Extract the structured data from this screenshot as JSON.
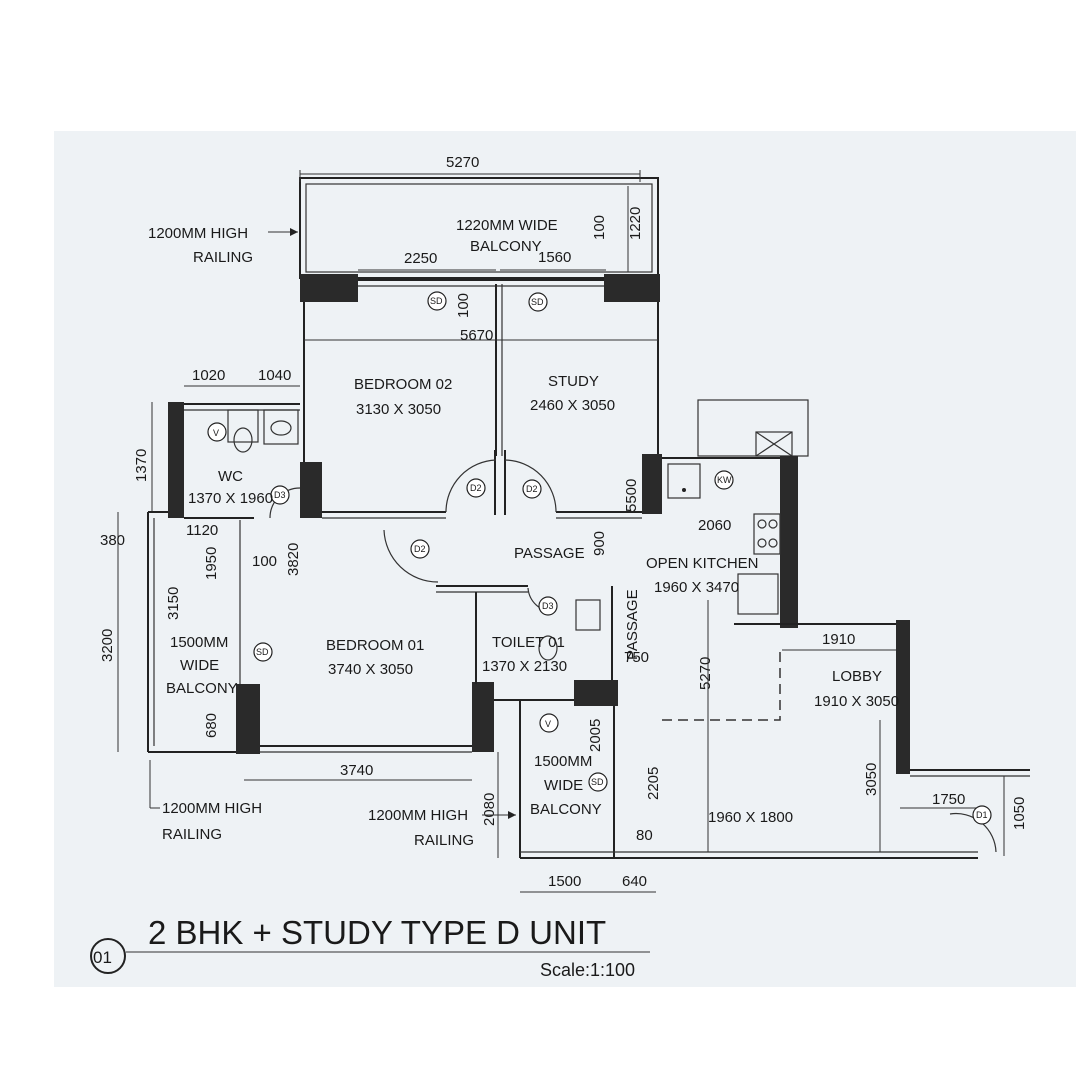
{
  "plan": {
    "title": "2 BHK  + STUDY TYPE D UNIT",
    "number": "01",
    "scale": "Scale:1:100"
  },
  "rooms": {
    "bedroom02": {
      "name": "BEDROOM 02",
      "size": "3130 X 3050"
    },
    "study": {
      "name": "STUDY",
      "size": "2460 X 3050"
    },
    "wc": {
      "name": "WC",
      "size": "1370 X 1960"
    },
    "bedroom01": {
      "name": "BEDROOM 01",
      "size": "3740 X 3050"
    },
    "passage": {
      "name": "PASSAGE"
    },
    "passage_v": {
      "name": "PASSAGE"
    },
    "toilet01": {
      "name": "TOILET 01",
      "size": "1370 X 2130"
    },
    "open_kitchen": {
      "name": "OPEN KITCHEN",
      "size": "1960 X 3470"
    },
    "lobby": {
      "name": "LOBBY",
      "size": "1910 X 3050"
    },
    "space_lower": {
      "size": "1960 X 1800"
    },
    "top_balcony": {
      "line1": "1220MM WIDE",
      "line2": "BALCONY"
    },
    "left_balcony": {
      "line1": "1500MM",
      "line2": "WIDE",
      "line3": "BALCONY"
    },
    "bottom_balcony": {
      "line1": "1500MM",
      "line2": "WIDE",
      "line3": "BALCONY"
    }
  },
  "notes": {
    "railing_top_1": "1200MM HIGH",
    "railing_top_2": "RAILING",
    "railing_left_1": "1200MM HIGH",
    "railing_left_2": "RAILING",
    "railing_bottom_1": "1200MM HIGH",
    "railing_bottom_2": "RAILING"
  },
  "dimensions": {
    "d5270_top": "5270",
    "d2250": "2250",
    "d1560": "1560",
    "d100_a": "100",
    "d1220": "1220",
    "d100_b": "100",
    "d5670": "5670",
    "d1020": "1020",
    "d1040": "1040",
    "d1370": "1370",
    "d380": "380",
    "d1120": "1120",
    "d100_c": "100",
    "d1950": "1950",
    "d3820": "3820",
    "d3150": "3150",
    "d3200": "3200",
    "d680": "680",
    "d3740": "3740",
    "d2080": "2080",
    "d2005": "2005",
    "d900": "900",
    "d5500": "5500",
    "d2060": "2060",
    "d750": "750",
    "d5270_v": "5270",
    "d1910": "1910",
    "d2205": "2205",
    "d80": "80",
    "d1500": "1500",
    "d640": "640",
    "d3050": "3050",
    "d1750": "1750",
    "d1050": "1050"
  },
  "tags": {
    "sd": "SD",
    "sd_b": "SD",
    "sd_c": "SD",
    "sd_d": "SD",
    "d1": "D1",
    "d2": "D2",
    "d3": "D3",
    "v": "V",
    "kw": "KW"
  }
}
